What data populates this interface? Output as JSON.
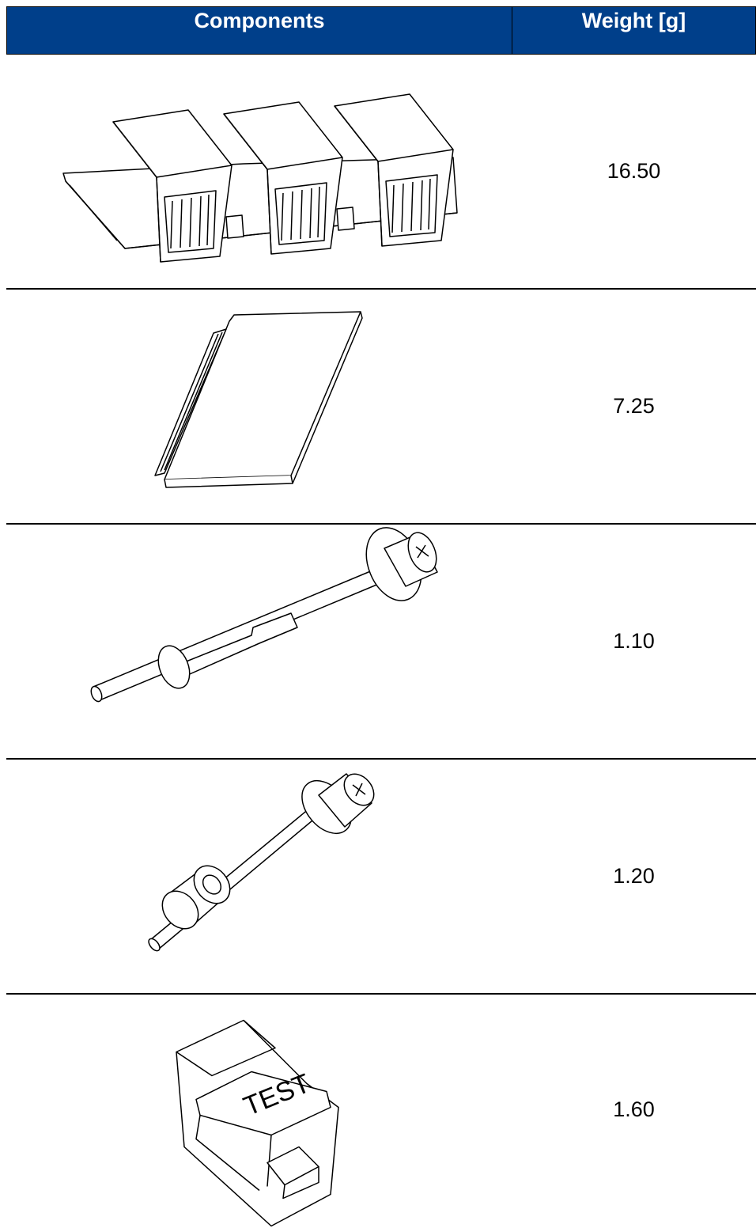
{
  "table": {
    "headers": [
      "Components",
      "Weight [g]"
    ],
    "rows": [
      {
        "component_icon": "heatsink-bracket-icon",
        "weight": "16.50"
      },
      {
        "component_icon": "plate-cover-icon",
        "weight": "7.25"
      },
      {
        "component_icon": "long-screw-with-clip-icon",
        "weight": "1.10"
      },
      {
        "component_icon": "screw-with-spacer-icon",
        "weight": "1.20"
      },
      {
        "component_icon": "test-cap-icon",
        "weight": "1.60",
        "icon_text": "TEST"
      }
    ]
  }
}
